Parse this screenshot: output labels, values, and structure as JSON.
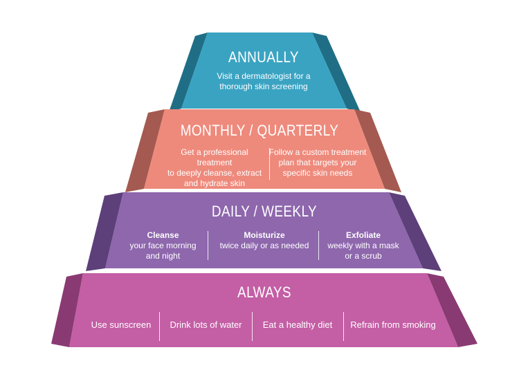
{
  "tiers": {
    "annually": {
      "title": "ANNUALLY",
      "line1": "Visit a dermatologist for a",
      "line2": "thorough skin screening",
      "color": "#3aa3c2"
    },
    "monthly": {
      "title": "MONTHLY / QUARTERLY",
      "left": [
        "Get a professional treatment",
        "to deeply cleanse, extract",
        "and hydrate skin"
      ],
      "right": [
        "Follow a custom treatment",
        "plan that targets your",
        "specific skin needs"
      ],
      "color": "#ee8a7c"
    },
    "daily": {
      "title": "DAILY / WEEKLY",
      "items": [
        {
          "head": "Cleanse",
          "lines": [
            "your face morning",
            "and night"
          ]
        },
        {
          "head": "Moisturize",
          "lines": [
            "twice daily or as needed"
          ]
        },
        {
          "head": "Exfoliate",
          "lines": [
            "weekly with a mask",
            "or a scrub"
          ]
        }
      ],
      "color": "#8e67ad"
    },
    "always": {
      "title": "ALWAYS",
      "items": [
        "Use sunscreen",
        "Drink lots of water",
        "Eat a healthy diet",
        "Refrain from smoking"
      ],
      "color": "#c45ea5"
    }
  }
}
